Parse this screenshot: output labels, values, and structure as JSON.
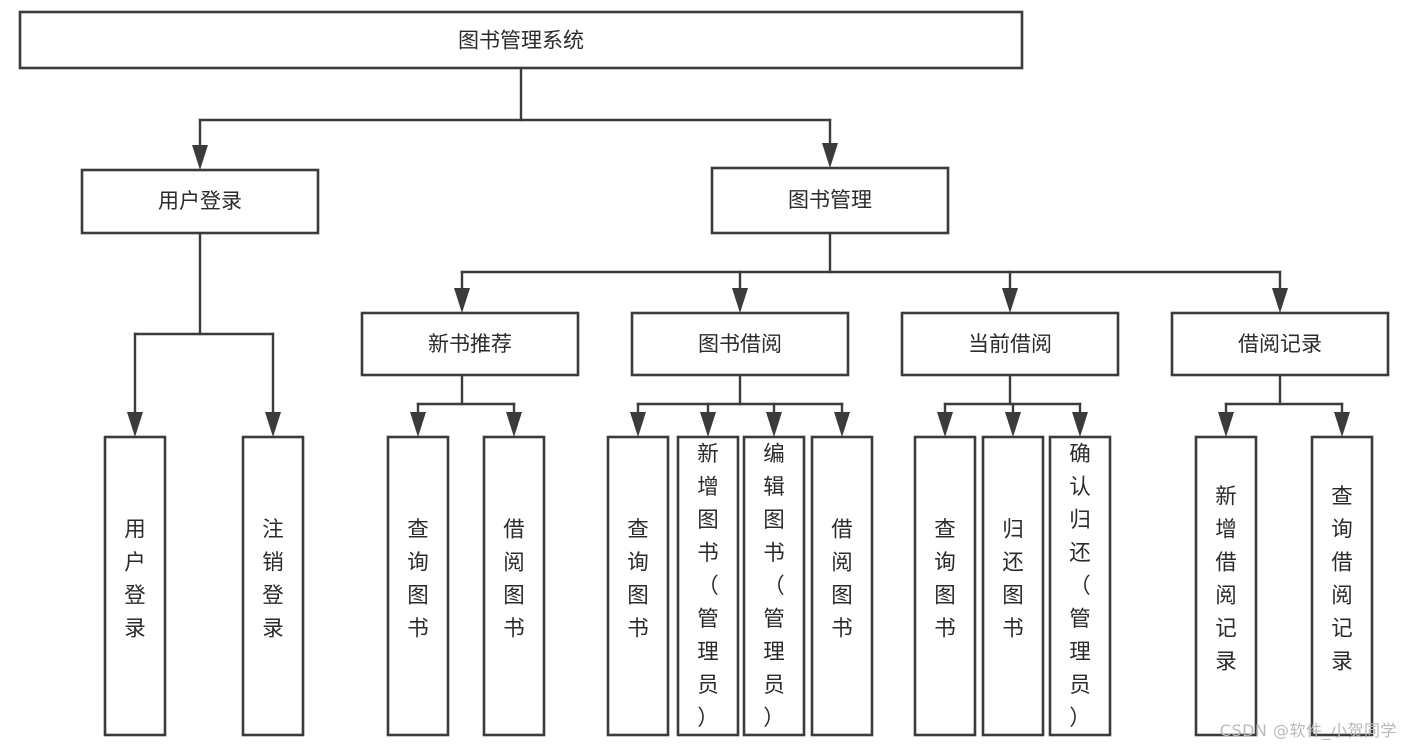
{
  "diagram": {
    "title": "图书管理系统",
    "type": "tree-hierarchy-chart",
    "root": {
      "id": "root",
      "label": "图书管理系统",
      "orientation": "horizontal"
    },
    "level2": [
      {
        "id": "user-login",
        "label": "用户登录",
        "orientation": "horizontal"
      },
      {
        "id": "book-manage",
        "label": "图书管理",
        "orientation": "horizontal"
      }
    ],
    "level3": [
      {
        "id": "new-book-recommend",
        "label": "新书推荐",
        "orientation": "horizontal"
      },
      {
        "id": "book-borrow",
        "label": "图书借阅",
        "orientation": "horizontal"
      },
      {
        "id": "current-borrow",
        "label": "当前借阅",
        "orientation": "horizontal"
      },
      {
        "id": "borrow-record",
        "label": "借阅记录",
        "orientation": "horizontal"
      }
    ],
    "leaves": {
      "user-login": [
        {
          "id": "leaf-user-login",
          "label": "用户登录",
          "orientation": "vertical"
        },
        {
          "id": "leaf-logout",
          "label": "注销登录",
          "orientation": "vertical"
        }
      ],
      "new-book-recommend": [
        {
          "id": "leaf-query-book-1",
          "label": "查询图书",
          "orientation": "vertical"
        },
        {
          "id": "leaf-borrow-book-1",
          "label": "借阅图书",
          "orientation": "vertical"
        }
      ],
      "book-borrow": [
        {
          "id": "leaf-query-book-2",
          "label": "查询图书",
          "orientation": "vertical"
        },
        {
          "id": "leaf-add-book",
          "label": "新增图书（管理员）",
          "orientation": "vertical"
        },
        {
          "id": "leaf-edit-book",
          "label": "编辑图书（管理员）",
          "orientation": "vertical"
        },
        {
          "id": "leaf-borrow-book-2",
          "label": "借阅图书",
          "orientation": "vertical"
        }
      ],
      "current-borrow": [
        {
          "id": "leaf-query-book-3",
          "label": "查询图书",
          "orientation": "vertical"
        },
        {
          "id": "leaf-return-book",
          "label": "归还图书",
          "orientation": "vertical"
        },
        {
          "id": "leaf-confirm-return",
          "label": "确认归还（管理员）",
          "orientation": "vertical"
        }
      ],
      "borrow-record": [
        {
          "id": "leaf-add-record",
          "label": "新增借阅记录",
          "orientation": "vertical"
        },
        {
          "id": "leaf-query-record",
          "label": "查询借阅记录",
          "orientation": "vertical"
        }
      ]
    },
    "colors": {
      "box_stroke": "#3b3b3b",
      "box_fill": "#ffffff",
      "connector": "#3b3b3b",
      "text": "#2b2b2b",
      "background": "#ffffff",
      "watermark": "#b9b9b9"
    }
  },
  "watermark": {
    "text": "CSDN @软件_小贺同学"
  }
}
